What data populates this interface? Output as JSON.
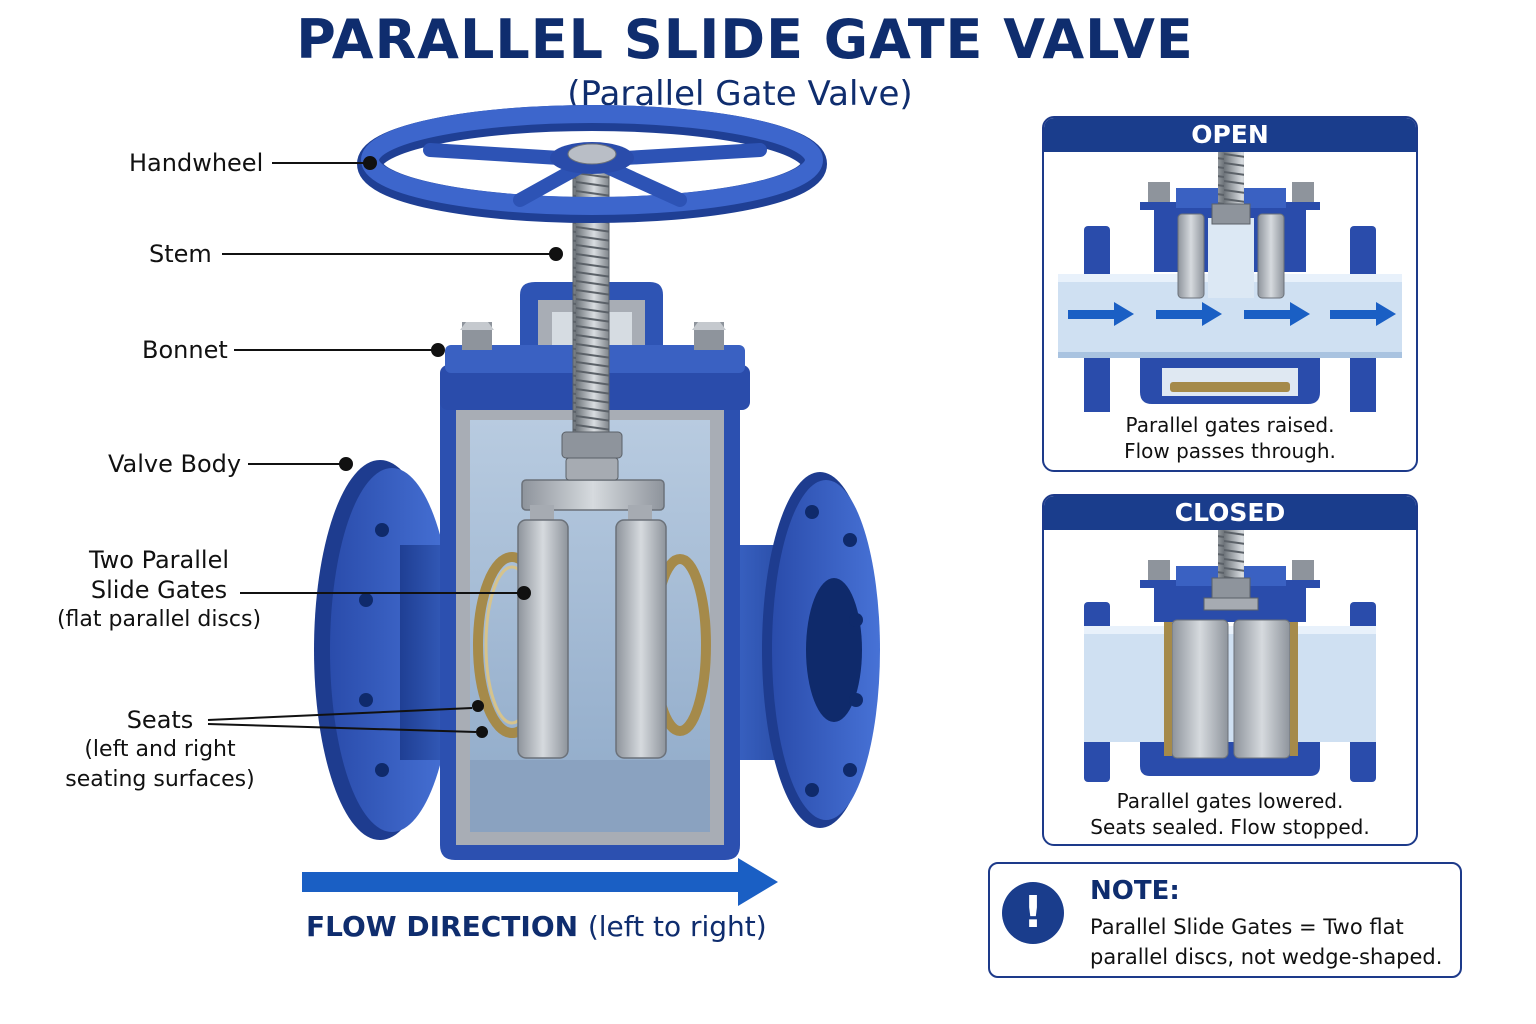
{
  "header": {
    "title": "PARALLEL SLIDE GATE VALVE",
    "subtitle": "(Parallel Gate Valve)"
  },
  "labels": {
    "handwheel": "Handwheel",
    "stem": "Stem",
    "bonnet": "Bonnet",
    "valve_body": "Valve Body",
    "gates_line1": "Two Parallel",
    "gates_line2": "Slide Gates",
    "gates_sub": "(flat parallel discs)",
    "seats": "Seats",
    "seats_sub_line1": "(left and right",
    "seats_sub_line2": "seating surfaces)"
  },
  "flow": {
    "label_bold": "FLOW DIRECTION",
    "label_paren": "(left to right)"
  },
  "open_panel": {
    "title": "OPEN",
    "caption_line1": "Parallel gates raised.",
    "caption_line2": "Flow passes through."
  },
  "closed_panel": {
    "title": "CLOSED",
    "caption_line1": "Parallel gates lowered.",
    "caption_line2": "Seats sealed. Flow stopped."
  },
  "note": {
    "icon": "exclamation-icon",
    "title": "NOTE:",
    "line1": "Parallel Slide Gates = Two flat",
    "line2": "parallel discs, not wedge-shaped."
  },
  "colors": {
    "valve_blue": "#2b4fae",
    "dark_navy": "#0f2d6e",
    "steel": "#b9bec6",
    "flow_arrow": "#1a5fc4"
  }
}
